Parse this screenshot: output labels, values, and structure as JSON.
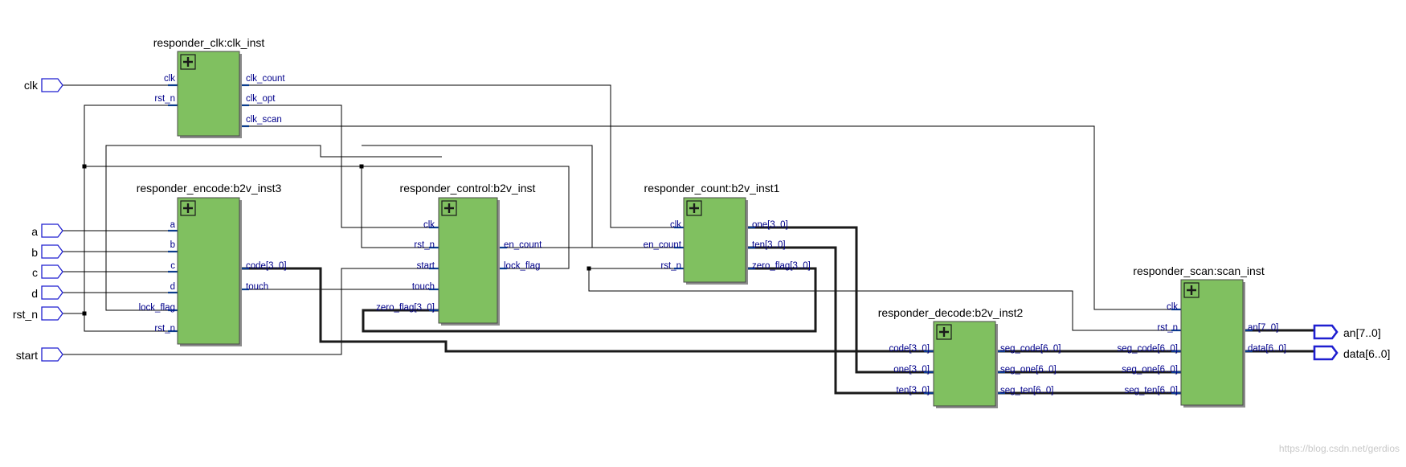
{
  "colors": {
    "block_fill": "#80c060",
    "block_stroke": "#4a4a4a",
    "port_label": "#00008b",
    "wire": "#000000",
    "bus": "#1a1a1a",
    "port_stub": "#0c3c8c",
    "io_pin": "#1f1fd0"
  },
  "icons": {
    "block_expand": "plus-square-icon",
    "io_pin": "pentagon-pin-icon"
  },
  "inputs": [
    {
      "id": "clk",
      "label": "clk"
    },
    {
      "id": "a",
      "label": "a"
    },
    {
      "id": "b",
      "label": "b"
    },
    {
      "id": "c",
      "label": "c"
    },
    {
      "id": "d",
      "label": "d"
    },
    {
      "id": "rst_n",
      "label": "rst_n"
    },
    {
      "id": "start",
      "label": "start"
    }
  ],
  "outputs": [
    {
      "id": "an",
      "label": "an[7..0]"
    },
    {
      "id": "data",
      "label": "data[6..0]"
    }
  ],
  "blocks": [
    {
      "id": "clk_inst",
      "title": "responder_clk:clk_inst",
      "inputs": [
        "clk",
        "rst_n"
      ],
      "outputs": [
        "clk_count",
        "clk_opt",
        "clk_scan"
      ]
    },
    {
      "id": "b2v_inst3",
      "title": "responder_encode:b2v_inst3",
      "inputs": [
        "a",
        "b",
        "c",
        "d",
        "lock_flag",
        "rst_n"
      ],
      "outputs": [
        "code[3..0]",
        "touch"
      ]
    },
    {
      "id": "b2v_inst",
      "title": "responder_control:b2v_inst",
      "inputs": [
        "clk",
        "rst_n",
        "start",
        "touch",
        "zero_flag[3..0]"
      ],
      "outputs": [
        "en_count",
        "lock_flag"
      ]
    },
    {
      "id": "b2v_inst1",
      "title": "responder_count:b2v_inst1",
      "inputs": [
        "clk",
        "en_count",
        "rst_n"
      ],
      "outputs": [
        "one[3..0]",
        "ten[3..0]",
        "zero_flag[3..0]"
      ]
    },
    {
      "id": "b2v_inst2",
      "title": "responder_decode:b2v_inst2",
      "inputs": [
        "code[3..0]",
        "one[3..0]",
        "ten[3..0]"
      ],
      "outputs": [
        "seg_code[6..0]",
        "seg_one[6..0]",
        "seg_ten[6..0]"
      ]
    },
    {
      "id": "scan_inst",
      "title": "responder_scan:scan_inst",
      "inputs": [
        "clk",
        "rst_n",
        "seg_code[6..0]",
        "seg_one[6..0]",
        "seg_ten[6..0]"
      ],
      "outputs": [
        "an[7..0]",
        "data[6..0]"
      ]
    }
  ],
  "watermark": "https://blog.csdn.net/gerdios"
}
